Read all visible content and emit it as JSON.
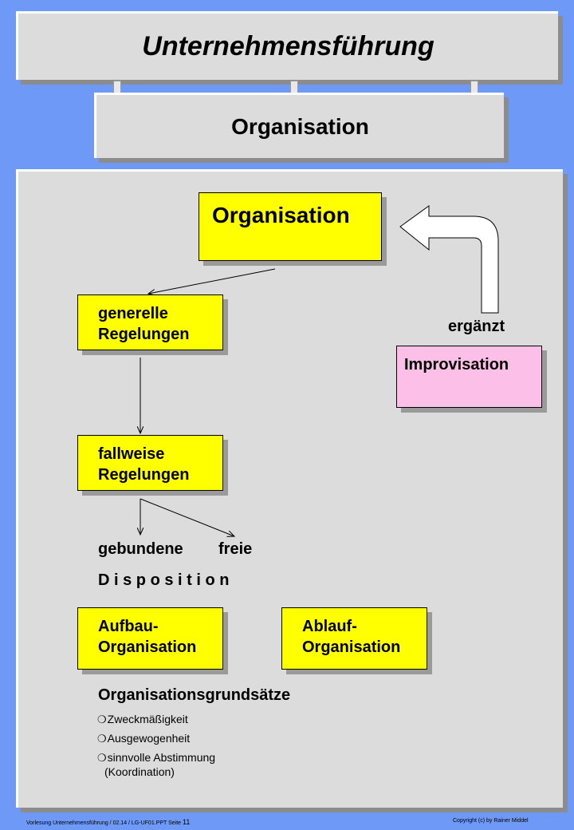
{
  "header": {
    "title": "Unternehmensführung",
    "subtitle": "Organisation"
  },
  "diagram": {
    "top_box": "Organisation",
    "generelle_line1": "generelle",
    "generelle_line2": "Regelungen",
    "fallweise_line1": "fallweise",
    "fallweise_line2": "Regelungen",
    "improvisation": "Improvisation",
    "ergaenzt": "ergänzt",
    "gebundene": "gebundene",
    "freie": "freie",
    "disposition": "D i s p o s i t i o n",
    "aufbau_line1": "Aufbau-",
    "aufbau_line2": "Organisation",
    "ablauf_line1": "Ablauf-",
    "ablauf_line2": "Organisation"
  },
  "principles": {
    "heading": "Organisationsgrundsätze",
    "bullet_glyph": "❍",
    "items": [
      "Zweckmäßigkeit",
      "Ausgewogenheit",
      "sinnvolle Abstimmung"
    ],
    "item3_cont": "(Koordination)"
  },
  "footer": {
    "left": "Vorlesung Unternehmensführung   / 02.14  /  LG-UF01.PPT  Seite",
    "page": "11",
    "right": "Copyright  (c) by Rainer  Middel"
  },
  "colors": {
    "background": "#6f99f7",
    "panel": "#dcdcdc",
    "yellow_box": "#ffff00",
    "pink_box": "#fcc0e8"
  }
}
